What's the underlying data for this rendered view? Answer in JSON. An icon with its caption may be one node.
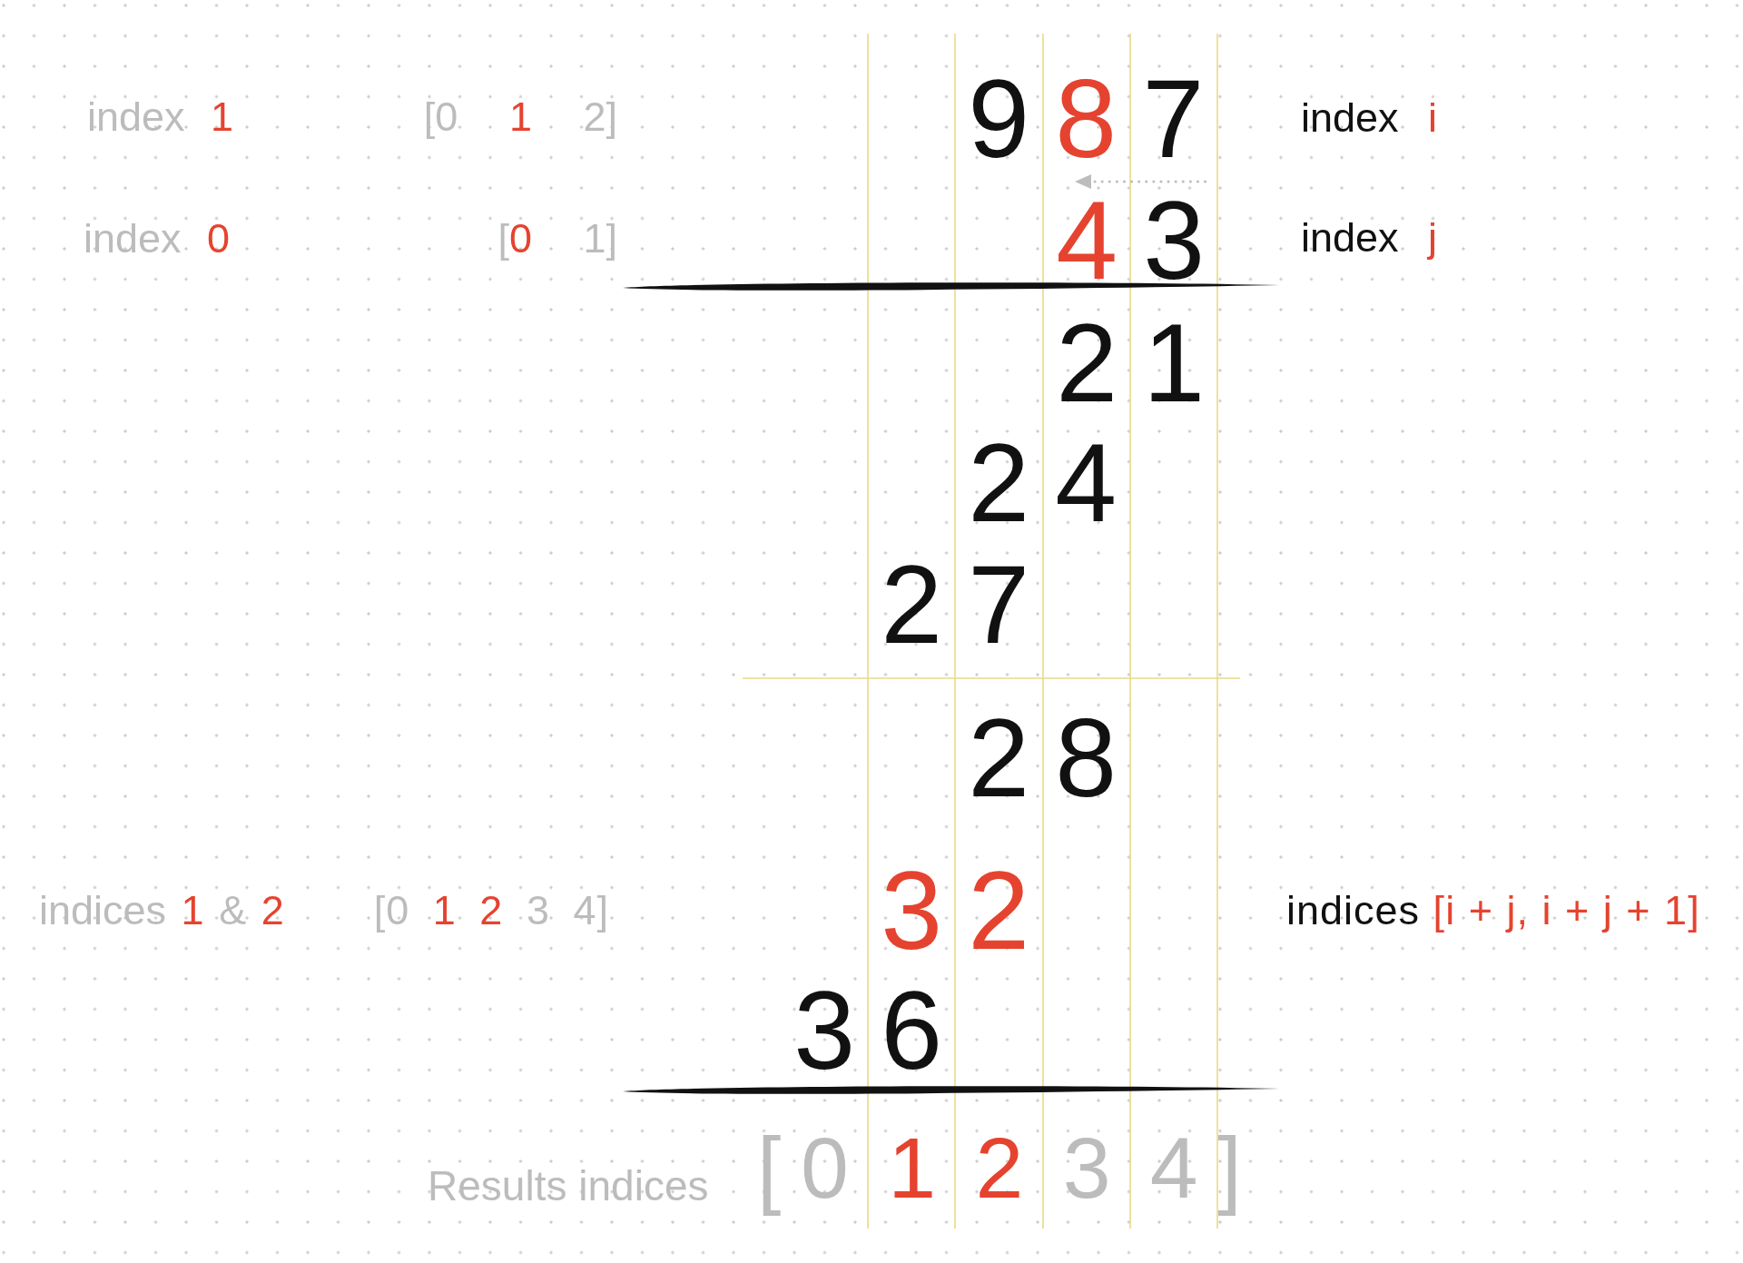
{
  "diagram": {
    "labels": [
      "index 1",
      "[0 1 2]",
      "987",
      "index i",
      "index 0",
      "[0 1]",
      "43",
      "index j",
      "21",
      "24",
      "27",
      "28",
      "indices 1 & 2",
      "[0 1 2 3 4]",
      "32",
      "indices [i + j, i + j + 1]",
      "36",
      "Results indices",
      "[0 1 2 3 4]"
    ]
  }
}
